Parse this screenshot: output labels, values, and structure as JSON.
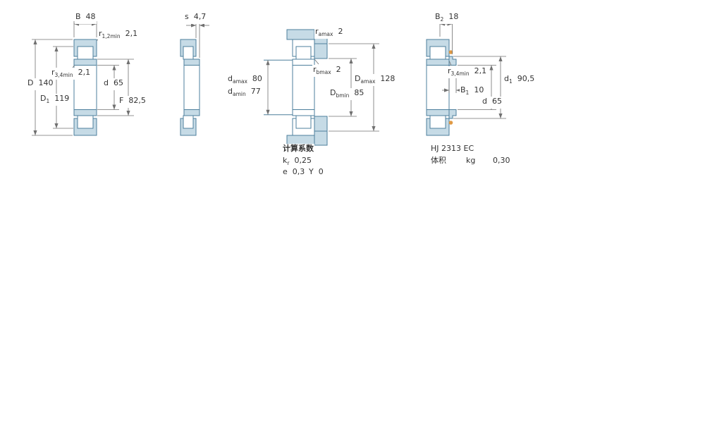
{
  "colors": {
    "ring_fill": "#c6dbe6",
    "line": "#4d7f9c",
    "dim": "#707070",
    "text": "#333333",
    "accent_dot": "#e09a45"
  },
  "view1": {
    "name": "bearing-cross-section",
    "dims": {
      "B": {
        "base": "B",
        "sub": "",
        "value": "48"
      },
      "r12": {
        "base": "r",
        "sub": "1,2min",
        "value": "2,1"
      },
      "r34": {
        "base": "r",
        "sub": "3,4min",
        "value": "2,1"
      },
      "D": {
        "base": "D",
        "sub": "",
        "value": "140"
      },
      "D1": {
        "base": "D",
        "sub": "1",
        "value": "119"
      },
      "d": {
        "base": "d",
        "sub": "",
        "value": "65"
      },
      "F": {
        "base": "F",
        "sub": "",
        "value": "82,5"
      }
    }
  },
  "view2": {
    "name": "axial-displacement-section",
    "dims": {
      "s": {
        "base": "s",
        "sub": "",
        "value": "4,7"
      }
    }
  },
  "view3": {
    "name": "abutment-dimensions",
    "dims": {
      "ra": {
        "base": "r",
        "sub": "amax",
        "value": "2"
      },
      "rb": {
        "base": "r",
        "sub": "bmax",
        "value": "2"
      },
      "damax": {
        "base": "d",
        "sub": "amax",
        "value": "80"
      },
      "damin": {
        "base": "d",
        "sub": "amin",
        "value": "77"
      },
      "Damax": {
        "base": "D",
        "sub": "amax",
        "value": "128"
      },
      "Dbmin": {
        "base": "D",
        "sub": "bmin",
        "value": "85"
      }
    },
    "calc": {
      "title": "计算系数",
      "kr": {
        "base": "k",
        "sub": "r",
        "value": "0,25"
      },
      "e": {
        "base": "e",
        "sub": "",
        "value": "0,3"
      },
      "Y": {
        "base": "Y",
        "sub": "",
        "value": "0"
      }
    }
  },
  "view4": {
    "name": "bearing-with-hj-angle-ring",
    "dims": {
      "B2": {
        "base": "B",
        "sub": "2",
        "value": "18"
      },
      "r34": {
        "base": "r",
        "sub": "3,4min",
        "value": "2,1"
      },
      "d1": {
        "base": "d",
        "sub": "1",
        "value": "90,5"
      },
      "B1": {
        "base": "B",
        "sub": "1",
        "value": "10"
      },
      "d": {
        "base": "d",
        "sub": "",
        "value": "65"
      }
    },
    "info": {
      "designation": "HJ 2313 EC",
      "volume_label": "体积",
      "volume_unit": "kg",
      "volume_value": "0,30"
    }
  }
}
